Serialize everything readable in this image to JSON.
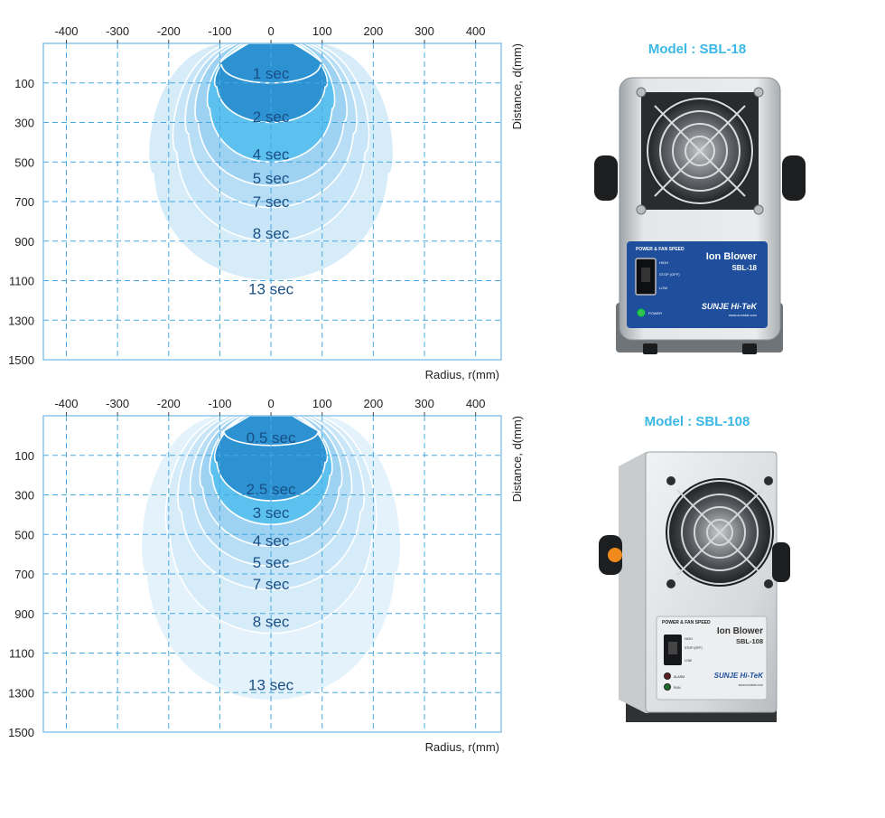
{
  "colors": {
    "grid": "#4aa8e0",
    "frame": "#6fb7e6",
    "zone_dark": "#2c92d2",
    "zone_label": "#1a4f86",
    "model_title": "#3bb8e6",
    "panel_blue": "#1f4f9c"
  },
  "charts": [
    {
      "model_title": "Model : SBL-18",
      "device": {
        "brand": "SUNJE Hi-TeK",
        "product": "Ion Blower",
        "model": "SBL-18",
        "panel_header": "POWER & FAN SPEED",
        "switch_labels": [
          "HIGH",
          "STOP (OFF)",
          "LOW"
        ],
        "indicators": [
          "POWER"
        ],
        "url": "www.sunstat.com"
      }
    },
    {
      "model_title": "Model : SBL-108",
      "device": {
        "brand": "SUNJE Hi-TeK",
        "product": "Ion Blower",
        "model": "SBL-108",
        "panel_header": "POWER & FAN SPEED",
        "switch_labels": [
          "HIGH",
          "STOP (OFF)",
          "LOW"
        ],
        "indicators": [
          "ALARM",
          "RUN"
        ],
        "url": "www.sunstat.com"
      }
    }
  ],
  "chart_data": [
    {
      "type": "area",
      "title": "",
      "xlabel": "Radius, r(mm)",
      "ylabel": "Distance, d(mm)",
      "x_ticks": [
        -400,
        -300,
        -200,
        -100,
        0,
        100,
        200,
        300,
        400
      ],
      "y_ticks": [
        100,
        300,
        500,
        700,
        900,
        1100,
        1300,
        1500
      ],
      "xlim": [
        -445,
        450
      ],
      "ylim": [
        -100,
        1500
      ],
      "grid": true,
      "series": [
        {
          "name": "13 sec",
          "max_distance": 1100,
          "max_radius": 250,
          "label_distance": 1140
        },
        {
          "name": "8 sec",
          "max_distance": 900,
          "max_radius": 200,
          "label_distance": 860
        },
        {
          "name": "7 sec",
          "max_distance": 730,
          "max_radius": 175,
          "label_distance": 700
        },
        {
          "name": "5 sec",
          "max_distance": 620,
          "max_radius": 155,
          "label_distance": 580
        },
        {
          "name": "4 sec",
          "max_distance": 500,
          "max_radius": 130,
          "label_distance": 460
        },
        {
          "name": "2 sec",
          "max_distance": 300,
          "max_radius": 115,
          "label_distance": 270
        },
        {
          "name": "1 sec",
          "max_distance": 100,
          "max_radius": 105,
          "label_distance": 50
        }
      ]
    },
    {
      "type": "area",
      "title": "",
      "xlabel": "Radius, r(mm)",
      "ylabel": "Distance, d(mm)",
      "x_ticks": [
        -400,
        -300,
        -200,
        -100,
        0,
        100,
        200,
        300,
        400
      ],
      "y_ticks": [
        100,
        300,
        500,
        700,
        900,
        1100,
        1300,
        1500
      ],
      "xlim": [
        -445,
        450
      ],
      "ylim": [
        -100,
        1500
      ],
      "grid": true,
      "series": [
        {
          "name": "13 sec",
          "max_distance": 1340,
          "max_radius": 265,
          "label_distance": 1260
        },
        {
          "name": "8 sec",
          "max_distance": 1000,
          "max_radius": 215,
          "label_distance": 940
        },
        {
          "name": "7 sec",
          "max_distance": 780,
          "max_radius": 190,
          "label_distance": 750
        },
        {
          "name": "5 sec",
          "max_distance": 660,
          "max_radius": 165,
          "label_distance": 640
        },
        {
          "name": "4 sec",
          "max_distance": 560,
          "max_radius": 145,
          "label_distance": 530
        },
        {
          "name": "3 sec",
          "max_distance": 450,
          "max_radius": 125,
          "label_distance": 390
        },
        {
          "name": "2.5 sec",
          "max_distance": 330,
          "max_radius": 115,
          "label_distance": 270
        },
        {
          "name": "0.5 sec",
          "max_distance": 50,
          "max_radius": 100,
          "label_distance": 10
        }
      ]
    }
  ]
}
